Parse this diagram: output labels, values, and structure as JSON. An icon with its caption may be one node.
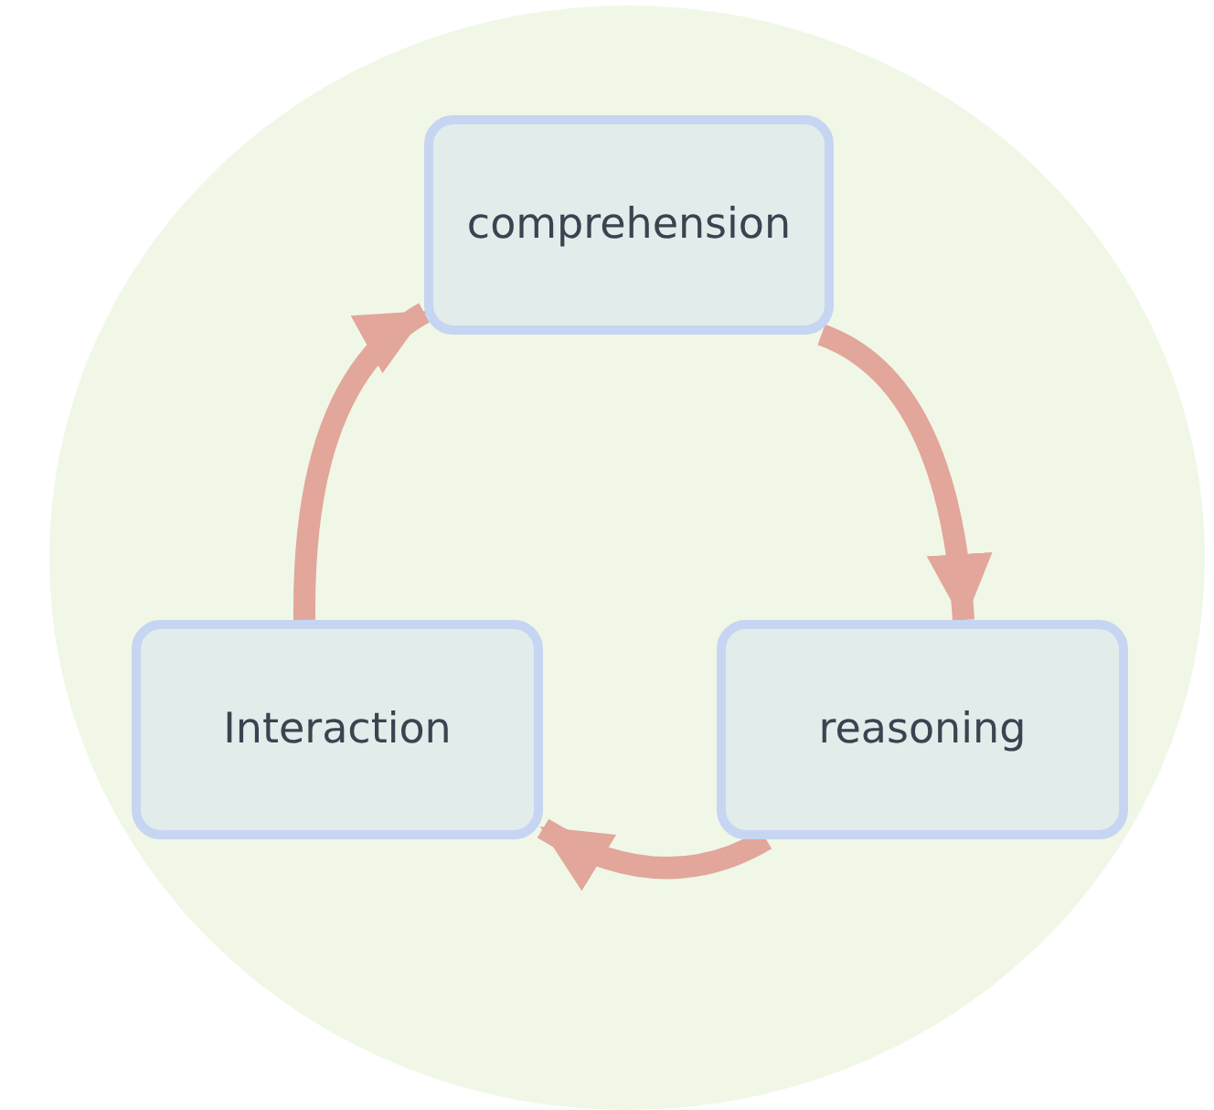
{
  "diagram": {
    "nodes": [
      {
        "text": [],
        "shape": "circle"
      },
      {
        "text": [
          "comprehension"
        ],
        "in": 0
      },
      {
        "text": [
          "Interaction"
        ],
        "in": 0
      },
      {
        "text": [
          "reasoning"
        ],
        "in": 0
      }
    ],
    "edges": [
      {
        "from": 1,
        "to": 3,
        "arrow": "to"
      },
      {
        "from": 3,
        "to": 2,
        "arrow": "to"
      },
      {
        "from": 2,
        "to": 1,
        "arrow": "to"
      }
    ]
  }
}
